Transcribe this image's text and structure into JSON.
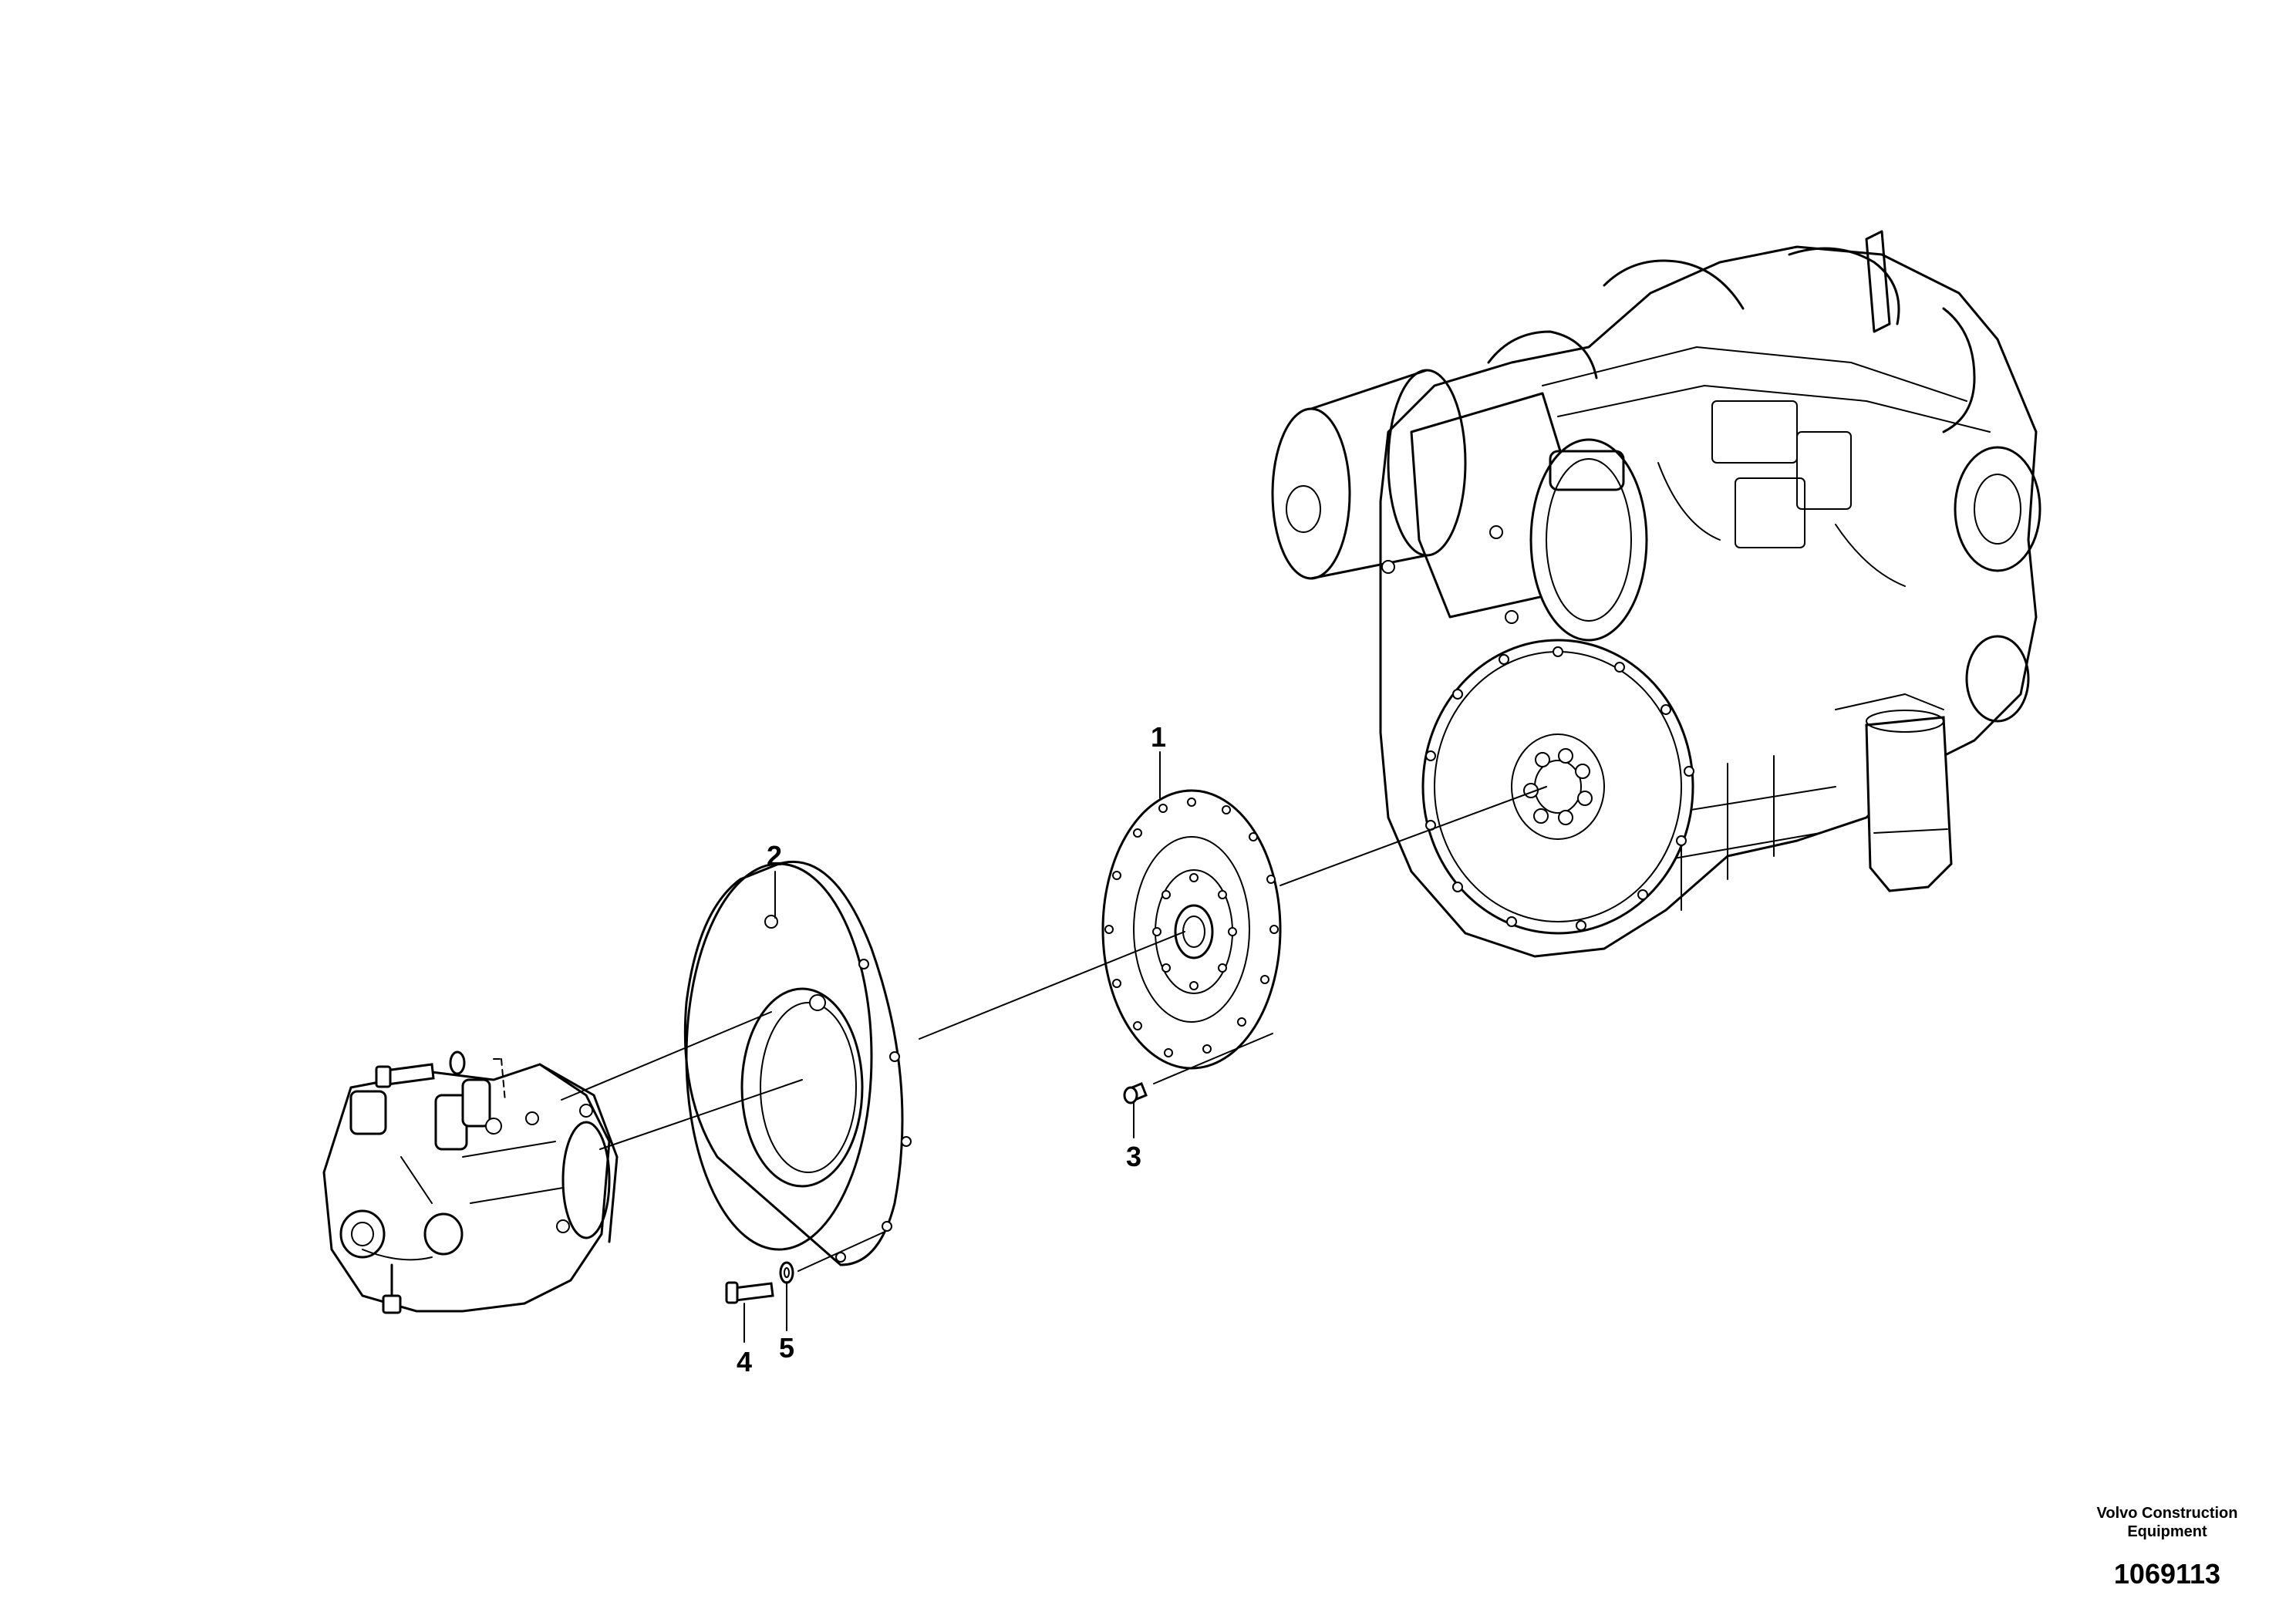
{
  "callouts": [
    {
      "id": "1",
      "label": "1"
    },
    {
      "id": "2",
      "label": "2"
    },
    {
      "id": "3",
      "label": "3"
    },
    {
      "id": "4",
      "label": "4"
    },
    {
      "id": "5",
      "label": "5"
    }
  ],
  "footer": {
    "brand_line1": "Volvo Construction",
    "brand_line2": "Equipment",
    "document_number": "1069113"
  }
}
